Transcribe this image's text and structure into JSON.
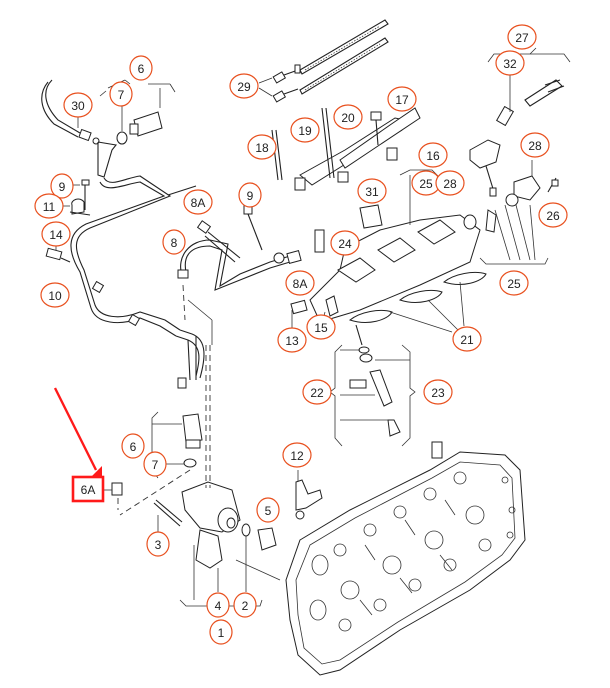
{
  "diagram": {
    "title": "Cylinder head fuel injection system exploded view",
    "callout_color": "#e8501e",
    "highlight_color": "#ff1a1a",
    "highlighted_part": "6A",
    "callouts": [
      {
        "id": "c6-top",
        "label": "6"
      },
      {
        "id": "c7-top",
        "label": "7"
      },
      {
        "id": "c30",
        "label": "30"
      },
      {
        "id": "c29",
        "label": "29"
      },
      {
        "id": "c27",
        "label": "27"
      },
      {
        "id": "c32",
        "label": "32"
      },
      {
        "id": "c17",
        "label": "17"
      },
      {
        "id": "c20",
        "label": "20"
      },
      {
        "id": "c19",
        "label": "19"
      },
      {
        "id": "c18",
        "label": "18"
      },
      {
        "id": "c16",
        "label": "16"
      },
      {
        "id": "c25-top",
        "label": "25"
      },
      {
        "id": "c28-top",
        "label": "28"
      },
      {
        "id": "c28",
        "label": "28"
      },
      {
        "id": "c26",
        "label": "26"
      },
      {
        "id": "c31",
        "label": "31"
      },
      {
        "id": "c24",
        "label": "24"
      },
      {
        "id": "c25-bottom",
        "label": "25"
      },
      {
        "id": "c9-left",
        "label": "9"
      },
      {
        "id": "c11",
        "label": "11"
      },
      {
        "id": "c14",
        "label": "14"
      },
      {
        "id": "c10",
        "label": "10"
      },
      {
        "id": "c8A-top",
        "label": "8A"
      },
      {
        "id": "c9-mid",
        "label": "9"
      },
      {
        "id": "c8",
        "label": "8"
      },
      {
        "id": "c8A-mid",
        "label": "8A"
      },
      {
        "id": "c13",
        "label": "13"
      },
      {
        "id": "c15",
        "label": "15"
      },
      {
        "id": "c21",
        "label": "21"
      },
      {
        "id": "c22",
        "label": "22"
      },
      {
        "id": "c23",
        "label": "23"
      },
      {
        "id": "c6-low",
        "label": "6"
      },
      {
        "id": "c7-low",
        "label": "7"
      },
      {
        "id": "c6A",
        "label": "6A"
      },
      {
        "id": "c3",
        "label": "3"
      },
      {
        "id": "c12",
        "label": "12"
      },
      {
        "id": "c5",
        "label": "5"
      },
      {
        "id": "c4",
        "label": "4"
      },
      {
        "id": "c2",
        "label": "2"
      },
      {
        "id": "c1",
        "label": "1"
      }
    ]
  }
}
